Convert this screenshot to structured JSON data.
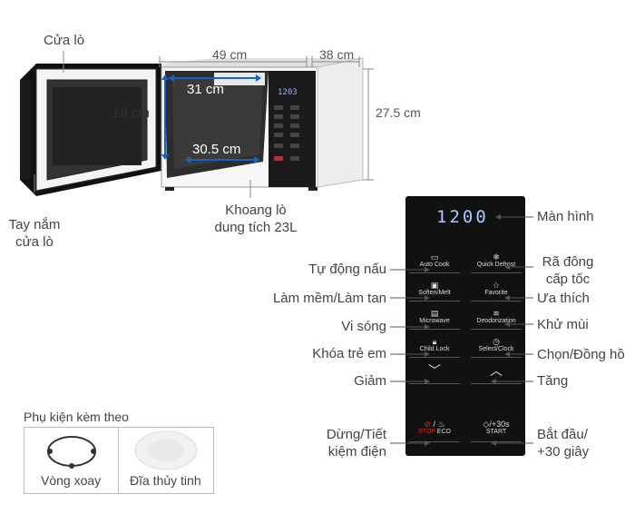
{
  "dims": {
    "width": "49 cm",
    "depth": "38 cm",
    "height": "27.5 cm",
    "inner_width": "31 cm",
    "inner_height": "19 cm",
    "inner_depth": "30.5 cm"
  },
  "labels": {
    "door": "Cửa lò",
    "handle_line1": "Tay nắm",
    "handle_line2": "cửa lò",
    "cavity_line1": "Khoang lò",
    "cavity_line2": "dung tích 23L"
  },
  "panel": {
    "display": "1200",
    "buttons": {
      "auto_cook": "Auto Cook",
      "quick_defrost": "Quick Defrost",
      "soften_melt": "Soften/Melt",
      "favorite": "Favorite",
      "microwave": "Microwave",
      "deodorization": "Deodorization",
      "child_lock": "Child Lock",
      "select_clock": "Select/Clock",
      "stop": "STOP",
      "eco": "ECO",
      "start": "START",
      "plus30": "/+30s"
    }
  },
  "annotations": {
    "screen": "Màn hình",
    "defrost_line1": "Rã đông",
    "defrost_line2": "cấp tốc",
    "favorite": "Ưa thích",
    "deodorize": "Khử mùi",
    "clock": "Chọn/Đồng hồ",
    "increase": "Tăng",
    "start_line1": "Bắt đầu/",
    "start_line2": "+30 giây",
    "auto_cook": "Tự động nấu",
    "soften": "Làm mềm/Làm tan",
    "microwave": "Vi sóng",
    "child_lock": "Khóa trẻ em",
    "decrease": "Giảm",
    "stop_line1": "Dừng/Tiết",
    "stop_line2": "kiệm điện"
  },
  "accessories": {
    "title": "Phụ kiện kèm theo",
    "ring": "Vòng xoay",
    "plate": "Đĩa thủy tinh"
  },
  "colors": {
    "accent_blue": "#1565c0",
    "panel_bg": "#111111",
    "display_blue": "#a9c8ff",
    "stop_red": "#d32f2f"
  }
}
